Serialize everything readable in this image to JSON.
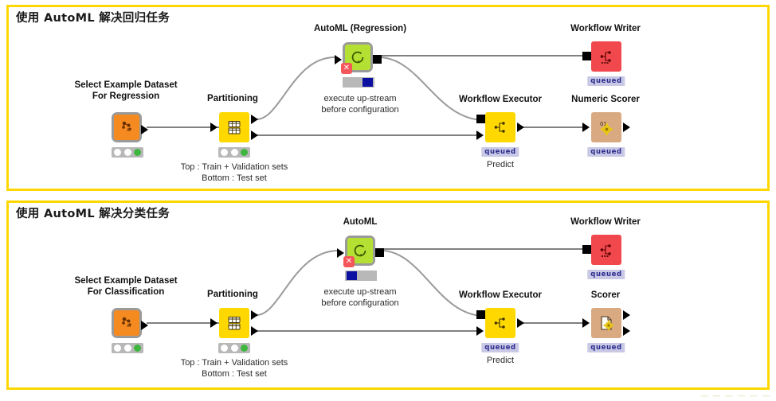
{
  "frames": [
    {
      "id": "regression",
      "title": "使用 AutoML 解决回归任务"
    },
    {
      "id": "classification",
      "title": "使用 AutoML 解决分类任务"
    }
  ],
  "colors": {
    "frame_border": "#ffd700",
    "node_orange": "#f58a21",
    "node_yellow": "#ffd800",
    "node_green": "#b4e033",
    "node_red": "#f0484c",
    "node_tan": "#d9a982",
    "queued_bg": "#c9c9e6",
    "queued_fg": "#2b2b8f",
    "flowvar_blue": "#0c10a0",
    "status_green": "#3fb63f"
  },
  "status": {
    "queued": "queued"
  },
  "regression": {
    "nodes": {
      "dataset": {
        "label_line1": "Select Example Dataset",
        "label_line2": "For Regression",
        "icon": "dataset-icon"
      },
      "partitioning": {
        "label_line1": "Partitioning",
        "label_line2": "",
        "icon": "partition-table-icon"
      },
      "automl": {
        "label_line1": "AutoML (Regression)",
        "label_line2": "",
        "icon": "loop-refresh-icon"
      },
      "workflow_writer": {
        "label_line1": "Workflow Writer",
        "label_line2": "",
        "icon": "workflow-write-icon"
      },
      "workflow_executor": {
        "label_line1": "Workflow Executor",
        "label_line2": "",
        "icon": "workflow-exec-icon"
      },
      "scorer": {
        "label_line1": "Numeric Scorer",
        "label_line2": "",
        "icon": "numeric-scorer-icon"
      }
    },
    "annotations": {
      "automl_note_line1": "execute up-stream",
      "automl_note_line2": "before configuration",
      "partition_note_line1": "Top : Train + Validation sets",
      "partition_note_line2": "Bottom : Test set",
      "executor_caption": "Predict"
    }
  },
  "classification": {
    "nodes": {
      "dataset": {
        "label_line1": "Select Example Dataset",
        "label_line2": "For Classification",
        "icon": "dataset-icon"
      },
      "partitioning": {
        "label_line1": "Partitioning",
        "label_line2": "",
        "icon": "partition-table-icon"
      },
      "automl": {
        "label_line1": "AutoML",
        "label_line2": "",
        "icon": "loop-refresh-icon"
      },
      "workflow_writer": {
        "label_line1": "Workflow Writer",
        "label_line2": "",
        "icon": "workflow-write-icon"
      },
      "workflow_executor": {
        "label_line1": "Workflow Executor",
        "label_line2": "",
        "icon": "workflow-exec-icon"
      },
      "scorer": {
        "label_line1": "Scorer",
        "label_line2": "",
        "icon": "document-scorer-icon"
      }
    },
    "annotations": {
      "automl_note_line1": "execute up-stream",
      "automl_note_line2": "before configuration",
      "partition_note_line1": "Top : Train + Validation sets",
      "partition_note_line2": "Bottom : Test set",
      "executor_caption": "Predict"
    }
  },
  "watermark": "— — — — — —"
}
